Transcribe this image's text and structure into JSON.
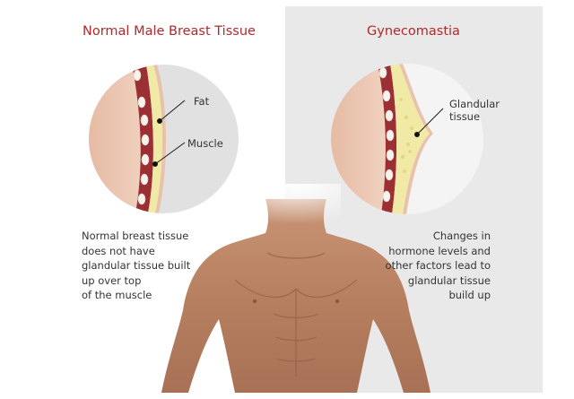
{
  "left": {
    "title": "Normal Male Breast Tissue",
    "labels": {
      "fat": "Fat",
      "muscle": "Muscle"
    },
    "caption": [
      "Normal breast tissue",
      "does not have",
      "glandular tissue built",
      "up over top",
      "of the muscle"
    ]
  },
  "right": {
    "title": "Gynecomastia",
    "labels": {
      "glandular_line1": "Glandular",
      "glandular_line2": "tissue"
    },
    "caption": [
      "Changes in",
      "hormone levels and",
      "other factors lead to",
      "glandular tissue",
      "build up"
    ]
  },
  "colors": {
    "title": "#b3282c",
    "muscle": "#9c2f33",
    "fat": "#f1e9a6",
    "skin": "#e7c3ad",
    "right_panel": "#e9e9ea"
  }
}
